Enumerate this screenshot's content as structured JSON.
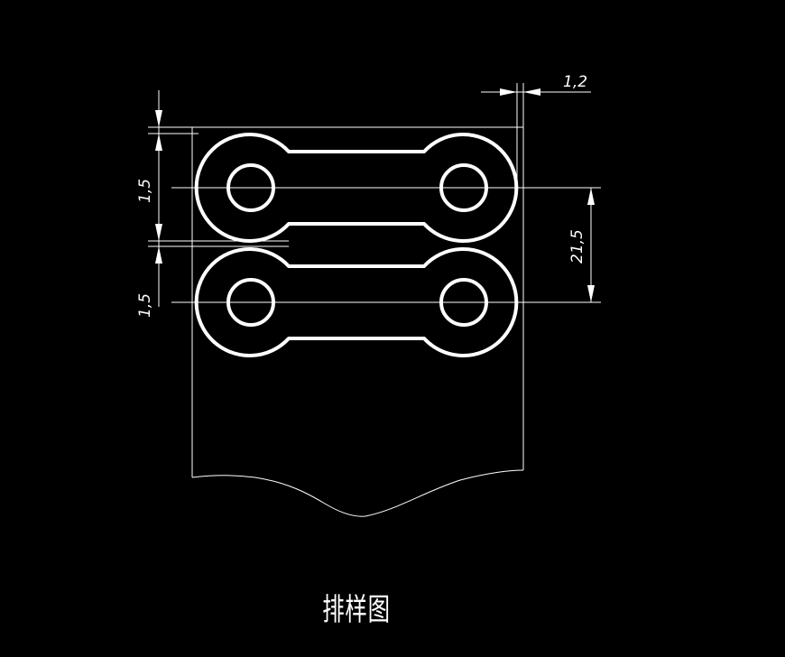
{
  "dimensions": {
    "web_gap": "1,2",
    "top_edge_margin": "1,5",
    "bottom_edge_margin": "1,5",
    "pitch": "21,5"
  },
  "caption": "排样图"
}
